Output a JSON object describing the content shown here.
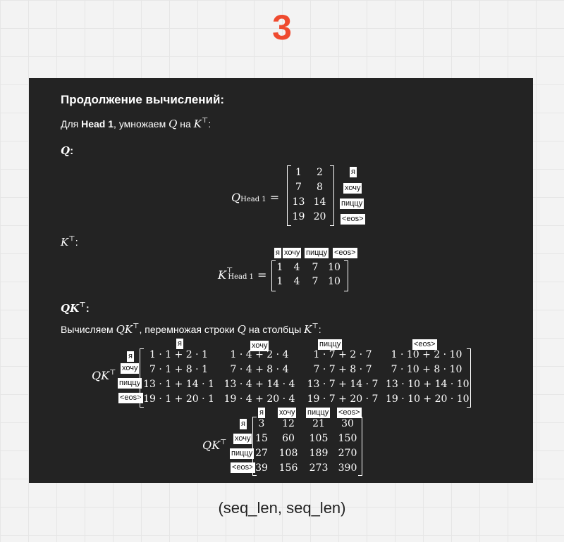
{
  "step": "3",
  "caption": "(seq_len, seq_len)",
  "title": "Продолжение вычислений:",
  "intro": {
    "prefix": "Для ",
    "head": "Head 1",
    "middle": ", умножаем ",
    "q": "Q",
    "on": " на ",
    "k": "K",
    "top": "⊤",
    "end": ":"
  },
  "q_section": {
    "label": "Q",
    "colon": ":",
    "lhs": "Q",
    "lhs_sub": "Head 1",
    "eq": "="
  },
  "kt_section": {
    "label": "K",
    "top": "⊤",
    "colon": ":",
    "lhs": "K",
    "lhs_sub": "Head 1",
    "eq": "="
  },
  "qk_section": {
    "label": "QK",
    "top": "⊤",
    "colon": ":"
  },
  "compute_text": {
    "prefix": "Вычисляем ",
    "qk": "QK",
    "top": "⊤",
    "middle": ", перемножая строки ",
    "q": "Q",
    "on": " на столбцы ",
    "k": "K",
    "end": ":"
  },
  "tokens": [
    "я",
    "хочу",
    "пиццу",
    "<eos>"
  ],
  "q_matrix": [
    [
      "1",
      "2"
    ],
    [
      "7",
      "8"
    ],
    [
      "13",
      "14"
    ],
    [
      "19",
      "20"
    ]
  ],
  "kt_matrix": [
    [
      "1",
      "4",
      "7",
      "10"
    ],
    [
      "1",
      "4",
      "7",
      "10"
    ]
  ],
  "expr_lhs": "QK",
  "expr_matrix": [
    [
      "1 · 1 + 2 · 1",
      "1 · 4 + 2 · 4",
      "1 · 7 + 2 · 7",
      "1 · 10 + 2 · 10"
    ],
    [
      "7 · 1 + 8 · 1",
      "7 · 4 + 8 · 4",
      "7 · 7 + 8 · 7",
      "7 · 10 + 8 · 10"
    ],
    [
      "13 · 1 + 14 · 1",
      "13 · 4 + 14 · 4",
      "13 · 7 + 14 · 7",
      "13 · 10 + 14 · 10"
    ],
    [
      "19 · 1 + 20 · 1",
      "19 · 4 + 20 · 4",
      "19 · 7 + 20 · 7",
      "19 · 10 + 20 · 10"
    ]
  ],
  "result_lhs": "QK",
  "result_matrix": [
    [
      "3",
      "12",
      "21",
      "30"
    ],
    [
      "15",
      "60",
      "105",
      "150"
    ],
    [
      "27",
      "108",
      "189",
      "270"
    ],
    [
      "39",
      "156",
      "273",
      "390"
    ]
  ]
}
